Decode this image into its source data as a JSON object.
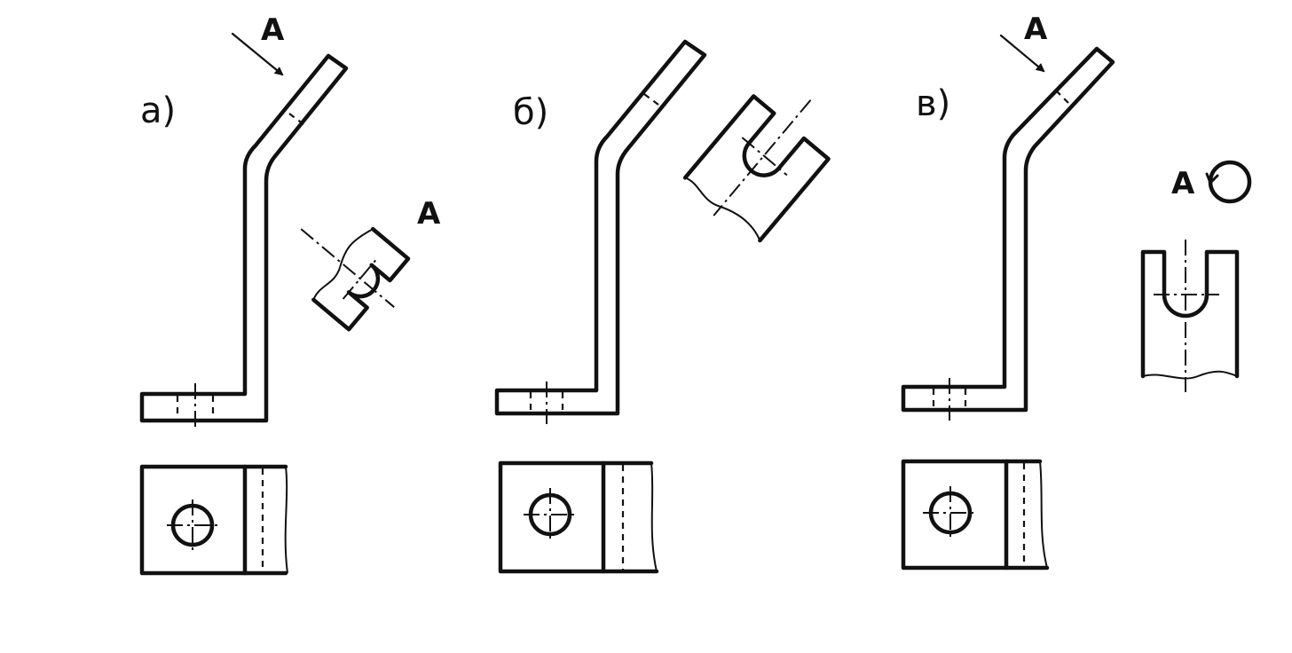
{
  "panels": [
    {
      "id": "a",
      "label": "а)",
      "view_arrow_letter": "A",
      "view_letter": "A"
    },
    {
      "id": "b",
      "label": "б)"
    },
    {
      "id": "v",
      "label": "в)",
      "view_arrow_letter": "A",
      "view_letter": "A"
    }
  ],
  "colors": {
    "line": "#111111",
    "background": "#ffffff"
  },
  "icons": [
    "view-arrow-icon",
    "rotation-sign-icon"
  ]
}
